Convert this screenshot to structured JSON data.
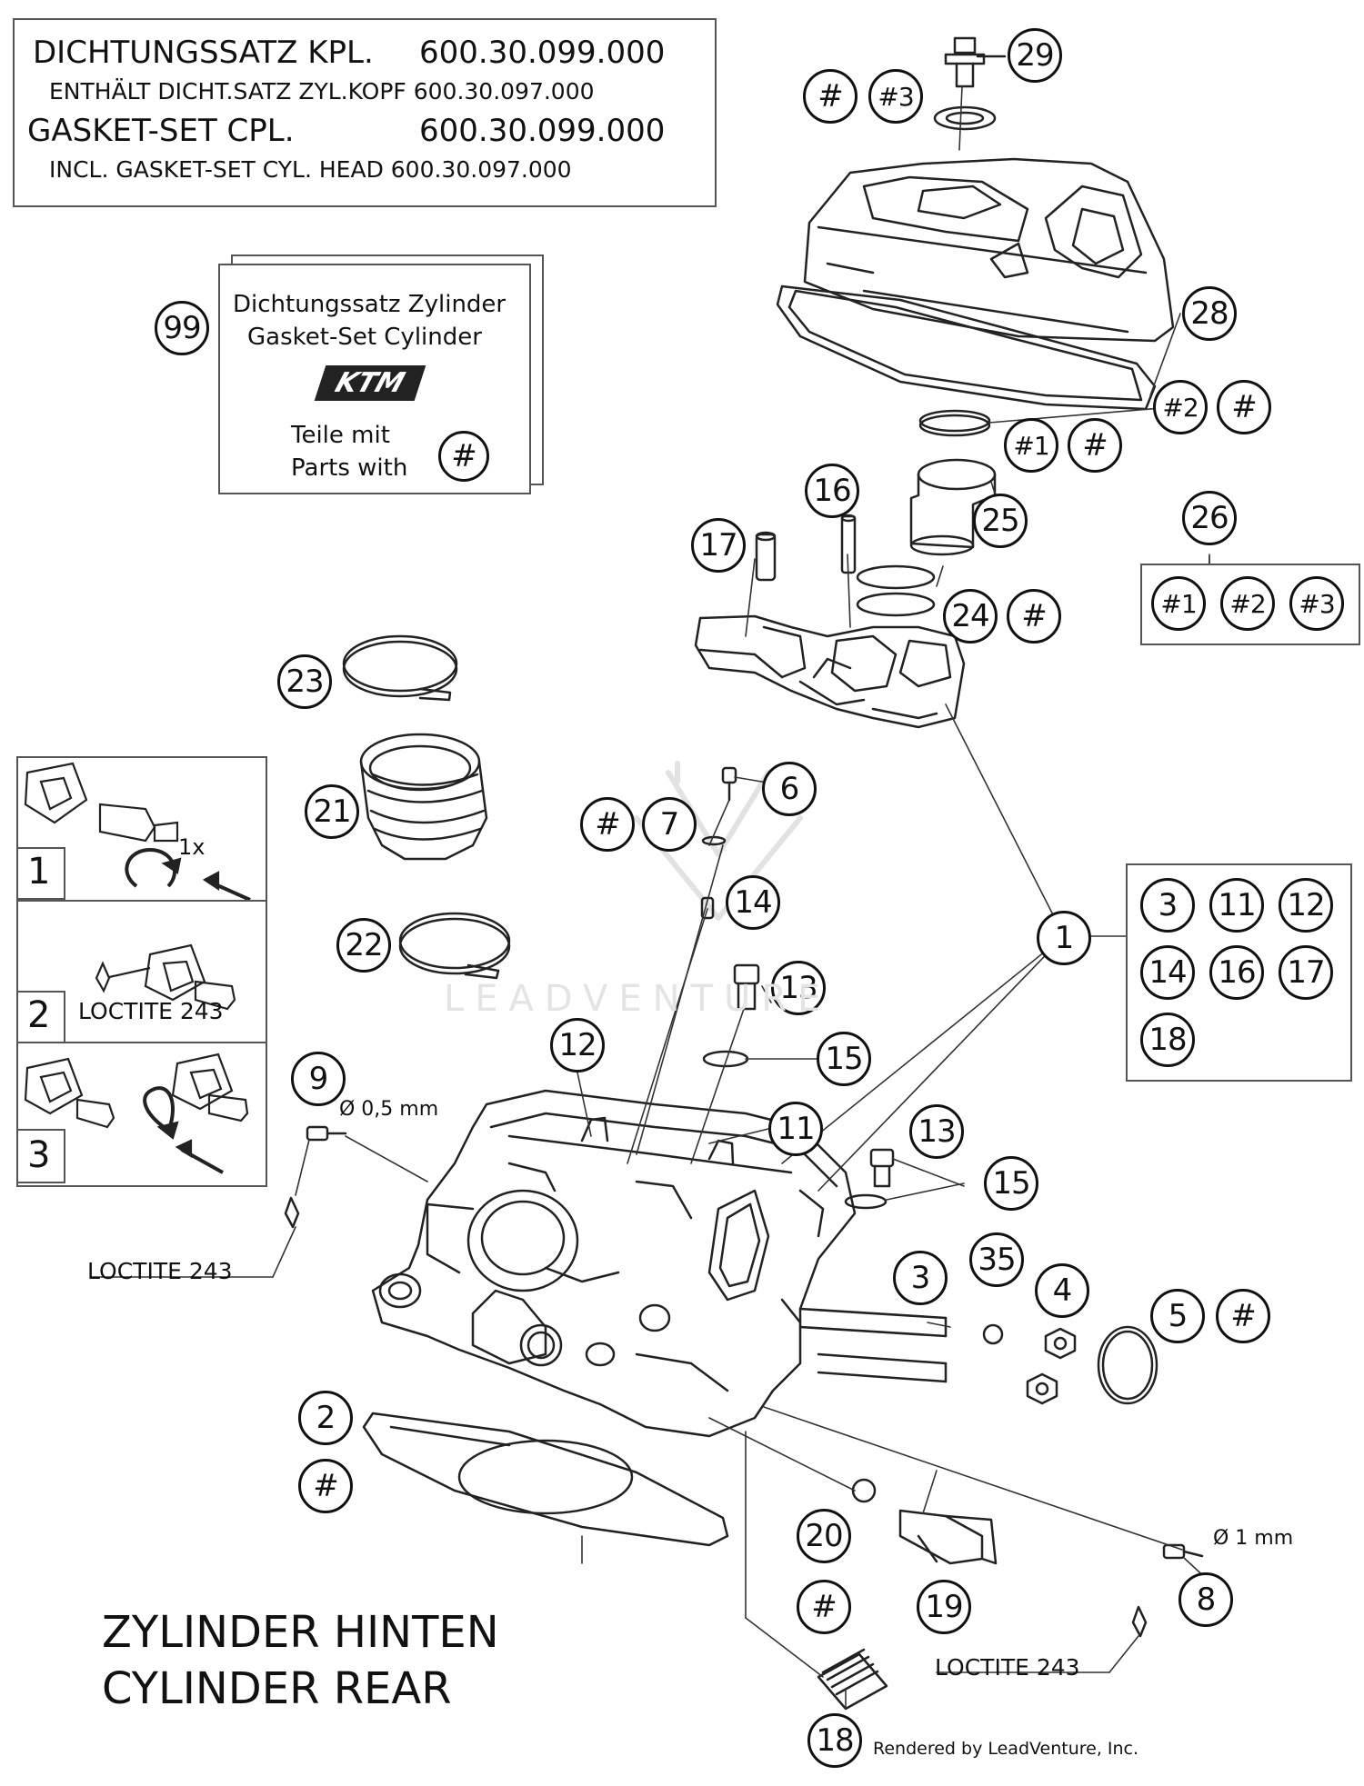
{
  "kit_note": {
    "line1_label": "DICHTUNGSSATZ KPL.",
    "line1_number": "600.30.099.000",
    "line2": "ENTHÄLT DICHT.SATZ ZYL.KOPF 600.30.097.000",
    "line3_label": "GASKET-SET CPL.",
    "line3_number": "600.30.099.000",
    "line4": "INCL. GASKET-SET CYL. HEAD 600.30.097.000"
  },
  "gasket_box": {
    "ref": "99",
    "title_de": "Dichtungssatz Zylinder",
    "title_en": "Gasket-Set Cylinder",
    "logo": "KTM",
    "parts_de": "Teile mit",
    "parts_en": "Parts with",
    "mark": "#"
  },
  "steps": [
    {
      "num": "1",
      "note": "1x"
    },
    {
      "num": "2",
      "note": "LOCTITE 243"
    },
    {
      "num": "3",
      "note": ""
    }
  ],
  "assembly_1_contents": [
    "3",
    "11",
    "12",
    "14",
    "16",
    "17",
    "18"
  ],
  "kit_26_contents": [
    "#1",
    "#2",
    "#3"
  ],
  "callouts": {
    "c29": "29",
    "c28": "28",
    "c26": "26",
    "c25": "25",
    "c24": "24",
    "c23": "23",
    "c21": "21",
    "c22": "22",
    "c20": "20",
    "c19": "19",
    "c18": "18",
    "c17": "17",
    "c16": "16",
    "c15a": "15",
    "c15b": "15",
    "c14": "14",
    "c13a": "13",
    "c13b": "13",
    "c12": "12",
    "c11": "11",
    "c9": "9",
    "c8": "8",
    "c7": "7",
    "c6": "6",
    "c5": "5",
    "c4": "4",
    "c35": "35",
    "c3": "3",
    "c2": "2",
    "c1": "1",
    "h1": "#",
    "h3": "#3",
    "h2": "#2",
    "h2b": "#",
    "h1a": "#1",
    "h1b": "#",
    "h24": "#",
    "h7": "#",
    "h5": "#",
    "h2c": "#",
    "h20": "#"
  },
  "dims": {
    "d9": "Ø 0,5 mm",
    "d8": "Ø 1 mm"
  },
  "loctite": {
    "l9": "LOCTITE 243",
    "l8": "LOCTITE 243"
  },
  "title": {
    "de": "ZYLINDER HINTEN",
    "en": "CYLINDER REAR"
  },
  "watermark": "LEADVENTURE",
  "footer": "Rendered by LeadVenture, Inc."
}
